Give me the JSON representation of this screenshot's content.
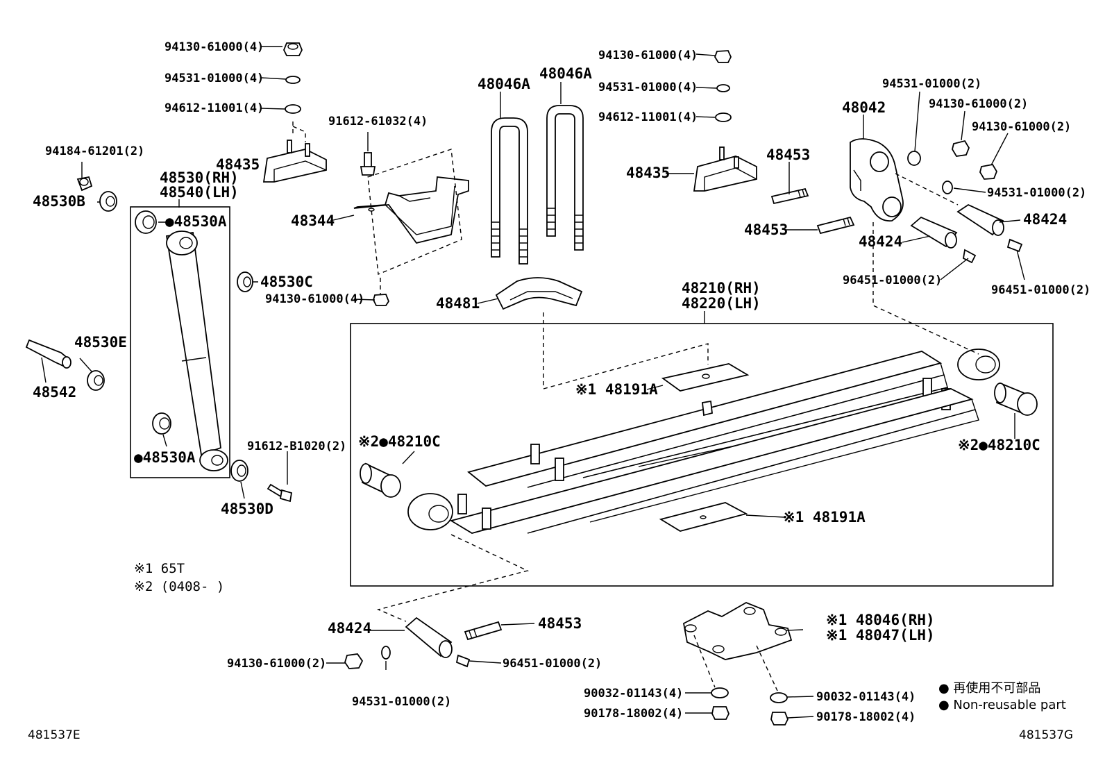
{
  "labels": {
    "nut_top_left": "94130-61000(4)",
    "washer_top_left": "94531-01000(4)",
    "washer2_top_left": "94612-11001(4)",
    "bolt_94184": "94184-61201(2)",
    "bracket_48435_left": "48435",
    "shock_rh": "48530(RH)",
    "shock_lh": "48540(LH)",
    "bushing_48530B": "48530B",
    "bushing_48530A_top": "●48530A",
    "bushing_48530A_bottom": "●48530A",
    "bushing_48530C": "48530C",
    "nut_94130_mid": "94130-61000(4)",
    "bushing_48530E": "48530E",
    "stud_48542": "48542",
    "bolt_91612_61032": "91612-61032(4)",
    "seat_48344": "48344",
    "ubolt_a1": "48046A",
    "ubolt_a2": "48046A",
    "pad_48481": "48481",
    "bolt_91612_b1020": "91612-B1020(2)",
    "bushing_48530D": "48530D",
    "nut_top_right": "94130-61000(4)",
    "washer_top_right": "94531-01000(4)",
    "washer2_top_right": "94612-11001(4)",
    "bracket_48435_right": "48435",
    "shackle_48042": "48042",
    "pin_48453_a": "48453",
    "pin_48453_b": "48453",
    "pin_48424_a": "48424",
    "pin_48424_b": "48424",
    "washer_94531_2_a": "94531-01000(2)",
    "nut_94130_2_a": "94130-61000(2)",
    "nut_94130_2_b": "94130-61000(2)",
    "washer_94531_2_b": "94531-01000(2)",
    "fitting_96451_a": "96451-01000(2)",
    "fitting_96451_b": "96451-01000(2)",
    "spring_rh": "48210(RH)",
    "spring_lh": "48220(LH)",
    "plate_48191A_top": "※1 48191A",
    "plate_48191A_bottom": "※1 48191A",
    "bushing_48210C_left": "※2●48210C",
    "bushing_48210C_right": "※2●48210C",
    "pin_48424_bottom": "48424",
    "pin_48453_bottom": "48453",
    "nut_94130_bottom": "94130-61000(2)",
    "fitting_96451_bottom": "96451-01000(2)",
    "washer_94531_bottom": "94531-01000(2)",
    "seat_rh": "※1 48046(RH)",
    "seat_lh": "※1 48047(LH)",
    "washer_90032_left": "90032-01143(4)",
    "nut_90178_left": "90178-18002(4)",
    "washer_90032_right": "90032-01143(4)",
    "nut_90178_right": "90178-18002(4)"
  },
  "notes": {
    "note1": "※1  65T",
    "note2": "※2 (0408-     )"
  },
  "legend": {
    "jp": "● 再使用不可部品",
    "en": "● Non-reusable part"
  },
  "codes": {
    "bottom_left": "481537E",
    "bottom_right": "481537G"
  }
}
